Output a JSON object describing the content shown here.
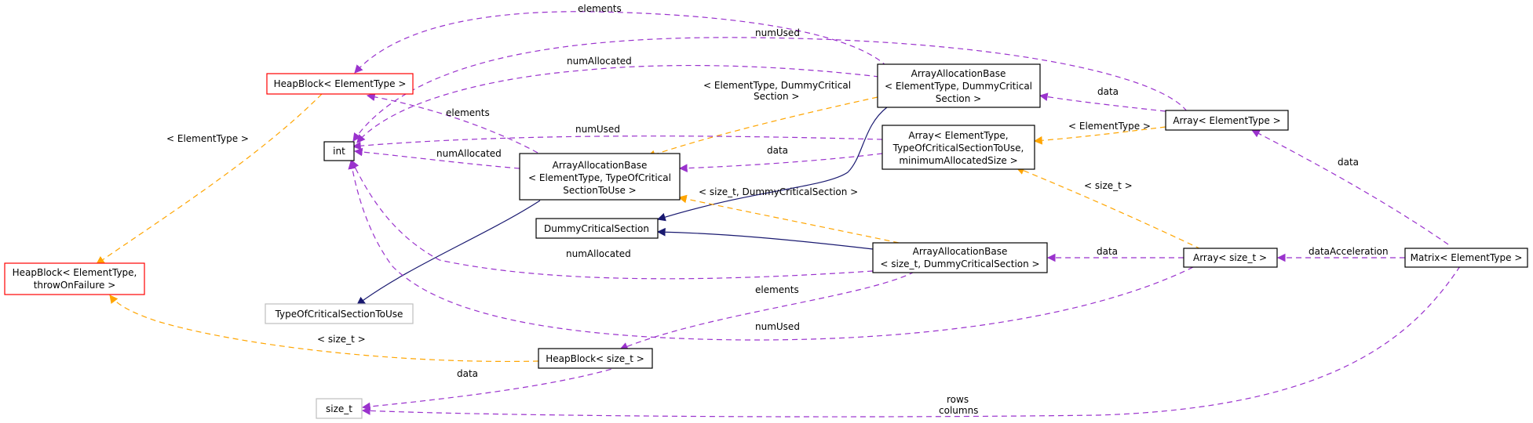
{
  "colors": {
    "purple": "#9a32cd",
    "orange": "#ffa500",
    "navy": "#191970",
    "red": "#ff0000",
    "black": "#000000",
    "gray": "#bfbfbf",
    "highlight": "#bfbfbf"
  },
  "nodes": {
    "heapblock_et": {
      "lines": [
        "HeapBlock< ElementType >"
      ],
      "border": "red"
    },
    "int": {
      "lines": [
        "int"
      ],
      "border": "black"
    },
    "heapblock_et_tof": {
      "lines": [
        "HeapBlock< ElementType,",
        "throwOnFailure >"
      ],
      "border": "red"
    },
    "aab_tocs": {
      "lines": [
        "ArrayAllocationBase",
        "< ElementType, TypeOfCritical",
        "SectionToUse >"
      ],
      "border": "black"
    },
    "dcs": {
      "lines": [
        "DummyCriticalSection"
      ],
      "border": "black"
    },
    "tocs": {
      "lines": [
        "TypeOfCriticalSectionToUse"
      ],
      "border": "gray"
    },
    "heapblock_size": {
      "lines": [
        "HeapBlock< size_t >"
      ],
      "border": "black"
    },
    "size_t": {
      "lines": [
        "size_t"
      ],
      "border": "gray"
    },
    "aab_dcs": {
      "lines": [
        "ArrayAllocationBase",
        "< ElementType, DummyCritical",
        "Section >"
      ],
      "border": "black"
    },
    "array_full": {
      "lines": [
        "Array< ElementType,",
        "TypeOfCriticalSectionToUse,",
        "minimumAllocatedSize >"
      ],
      "border": "black"
    },
    "aab_size": {
      "lines": [
        "ArrayAllocationBase",
        "< size_t, DummyCriticalSection >"
      ],
      "border": "black"
    },
    "array_et": {
      "lines": [
        "Array< ElementType >"
      ],
      "border": "black"
    },
    "array_size": {
      "lines": [
        "Array< size_t >"
      ],
      "border": "black"
    },
    "matrix": {
      "lines": [
        "Matrix< ElementType >"
      ],
      "border": "black",
      "highlight": true
    }
  },
  "edge_labels": {
    "elements_top": "elements",
    "numUsed_top": "numUsed",
    "numAllocated_top": "numAllocated",
    "et_dummy_1": "< ElementType, DummyCritical",
    "et_dummy_2": "Section >",
    "data_aab": "data",
    "et_array": "< ElementType >",
    "elements_mid": "elements",
    "numUsed_mid": "numUsed",
    "numAllocated_mid": "numAllocated",
    "data_mid": "data",
    "et_heap": "< ElementType >",
    "data_matrix": "data",
    "size_t_array": "< size_t >",
    "size_dummy": "< size_t, DummyCriticalSection >",
    "data_aab_size": "data",
    "dataAcceleration": "dataAcceleration",
    "numAllocated_low": "numAllocated",
    "elements_low": "elements",
    "numUsed_low": "numUsed",
    "size_t_heap": "< size_t >",
    "data_heap": "data",
    "rows": "rows",
    "columns": "columns"
  }
}
